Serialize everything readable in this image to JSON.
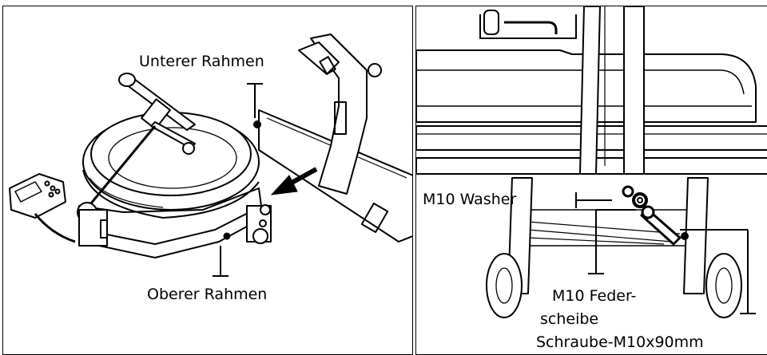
{
  "left_panel": {
    "labels": {
      "upper": "Unterer Rahmen",
      "lower": "Oberer Rahmen"
    }
  },
  "right_panel": {
    "labels": {
      "washer": "M10 Washer",
      "spring_washer_line1": "M10 Feder-",
      "spring_washer_line2": "scheibe",
      "bolt": "Schraube-M10x90mm"
    }
  }
}
